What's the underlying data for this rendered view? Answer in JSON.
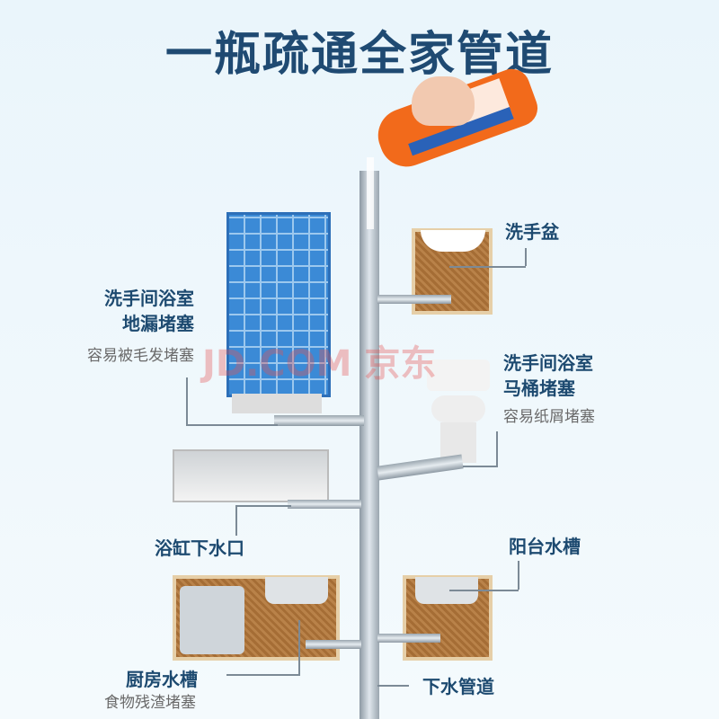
{
  "title": "一瓶疏通全家管道",
  "watermark": "JD.COM 京东",
  "colors": {
    "title": "#1f4a72",
    "label": "#1d4a70",
    "sub": "#6a6a6a",
    "bottle": "#f26a1b"
  },
  "labels": {
    "basin": "洗手盆",
    "floor_drain_l1": "洗手间浴室",
    "floor_drain_l2": "地漏堵塞",
    "floor_drain_sub": "容易被毛发堵塞",
    "toilet_l1": "洗手间浴室",
    "toilet_l2": "马桶堵塞",
    "toilet_sub": "容易纸屑堵塞",
    "bathtub": "浴缸下水口",
    "balcony": "阳台水槽",
    "kitchen": "厨房水槽",
    "kitchen_sub": "食物残渣堵塞",
    "main_pipe": "下水管道"
  }
}
